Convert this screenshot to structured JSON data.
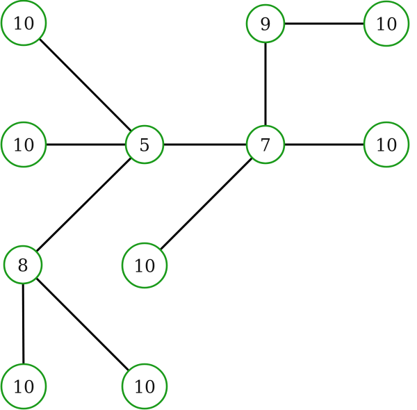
{
  "diagram": {
    "type": "tree",
    "colors": {
      "node_stroke": "#1a9a1a",
      "edge": "#000000",
      "text": "#111111",
      "background": "#ffffff"
    },
    "nodes": [
      {
        "id": "n5",
        "label": "5",
        "size": "small"
      },
      {
        "id": "n7",
        "label": "7",
        "size": "small"
      },
      {
        "id": "n9",
        "label": "9",
        "size": "small"
      },
      {
        "id": "n8",
        "label": "8",
        "size": "small"
      },
      {
        "id": "n10a",
        "label": "10",
        "size": "large"
      },
      {
        "id": "n10b",
        "label": "10",
        "size": "large"
      },
      {
        "id": "n10c",
        "label": "10",
        "size": "large"
      },
      {
        "id": "n10d",
        "label": "10",
        "size": "large"
      },
      {
        "id": "n10e",
        "label": "10",
        "size": "large"
      },
      {
        "id": "n10f",
        "label": "10",
        "size": "large"
      },
      {
        "id": "n10g",
        "label": "10",
        "size": "large"
      }
    ],
    "edges": [
      {
        "from": "n10a",
        "to": "n5"
      },
      {
        "from": "n10b",
        "to": "n5"
      },
      {
        "from": "n5",
        "to": "n7"
      },
      {
        "from": "n5",
        "to": "n8"
      },
      {
        "from": "n9",
        "to": "n10e"
      },
      {
        "from": "n9",
        "to": "n7"
      },
      {
        "from": "n7",
        "to": "n10f"
      },
      {
        "from": "n7",
        "to": "n10g"
      },
      {
        "from": "n8",
        "to": "n10c"
      },
      {
        "from": "n8",
        "to": "n10d"
      }
    ]
  }
}
